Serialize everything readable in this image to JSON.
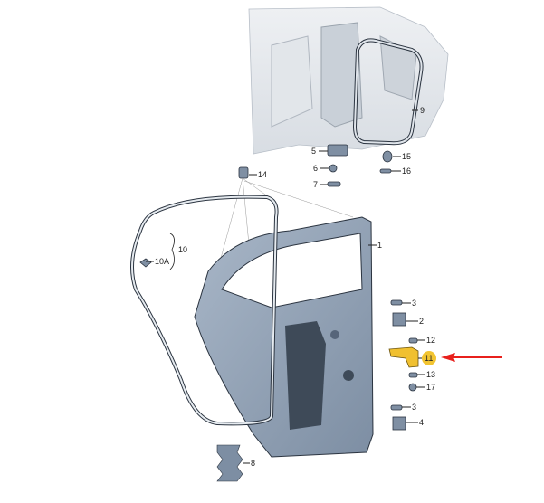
{
  "diagram": {
    "title": "Rear door exploded parts diagram",
    "highlight_color": "#f2c431",
    "arrow_color": "#e8201c",
    "highlighted_part": "11",
    "labels": {
      "l1": "1",
      "l2": "2",
      "l3a": "3",
      "l3b": "3",
      "l4": "4",
      "l5": "5",
      "l6": "6",
      "l7": "7",
      "l8": "8",
      "l9": "9",
      "l10": "10",
      "l10a": "10A",
      "l11": "11",
      "l12": "12",
      "l13": "13",
      "l14": "14",
      "l15": "15",
      "l16": "16",
      "l17": "17"
    }
  }
}
